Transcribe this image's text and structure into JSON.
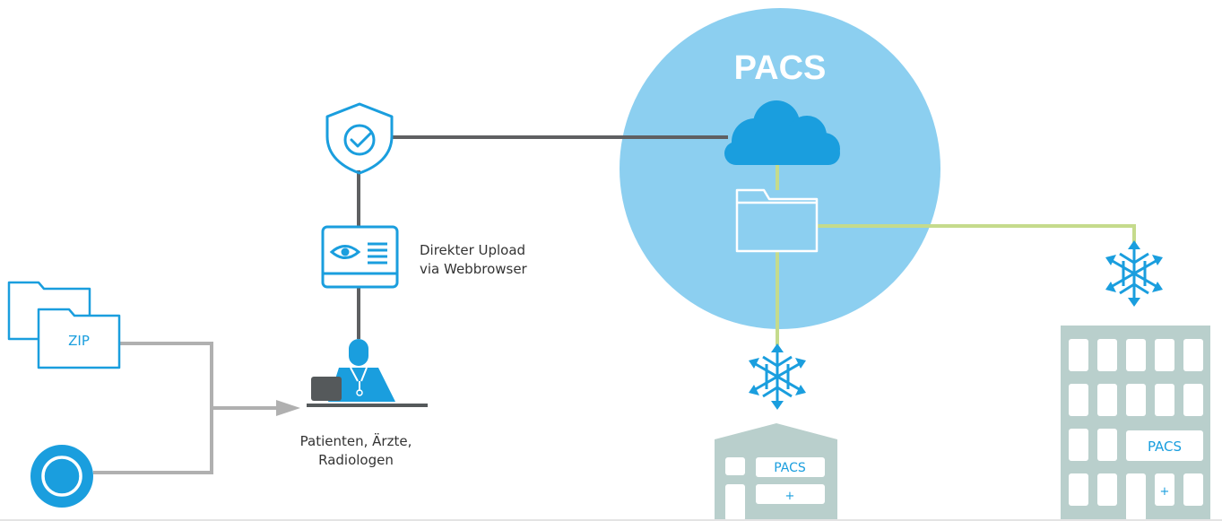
{
  "cloud": {
    "title": "PACS"
  },
  "upload": {
    "line1": "Direkter Upload",
    "line2": "via Webbrowser"
  },
  "users": {
    "line1": "Patienten, Ärzte,",
    "line2": "Radiologen"
  },
  "zip_folder": {
    "label": "ZIP"
  },
  "hospital_small": {
    "sign": "PACS",
    "cross": "+"
  },
  "hospital_tall": {
    "sign": "PACS",
    "cross": "+"
  },
  "icons": [
    "shield-check-icon",
    "browser-eye-icon",
    "doctor-laptop-icon",
    "folder-icon",
    "zip-folder-icon",
    "disc-icon",
    "cloud-icon",
    "network-arrows-icon",
    "hospital-building-icon"
  ],
  "colors": {
    "blue": "#1a9ede",
    "light_blue_circle": "#8ccff0",
    "connector_dark": "#5f6062",
    "connector_gray": "#b0b0b0",
    "connector_green": "#c5db8c",
    "building": "#b9cfcc"
  }
}
